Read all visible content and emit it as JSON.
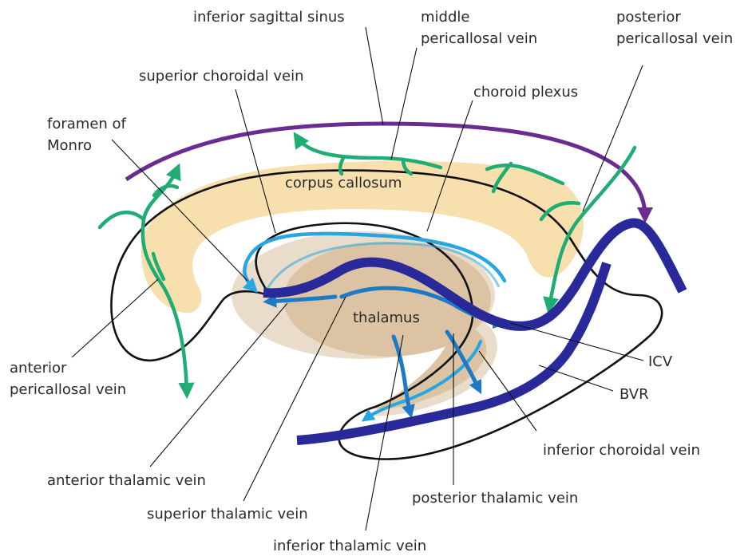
{
  "labels": {
    "inferior_sagittal_sinus": "inferior sagittal sinus",
    "middle_pericallosal_1": "middle",
    "middle_pericallosal_2": "pericallosal vein",
    "posterior_pericallosal_1": "posterior",
    "posterior_pericallosal_2": "pericallosal vein",
    "superior_choroidal_vein": "superior choroidal vein",
    "choroid_plexus": "choroid plexus",
    "foramen_1": "foramen of",
    "foramen_2": "Monro",
    "corpus_callosum": "corpus callosum",
    "thalamus": "thalamus",
    "anterior_pericallosal_1": "anterior",
    "anterior_pericallosal_2": "pericallosal vein",
    "icv": "ICV",
    "bvr": "BVR",
    "inferior_choroidal_vein": "inferior choroidal vein",
    "anterior_thalamic_vein": "anterior thalamic vein",
    "posterior_thalamic_vein": "posterior thalamic vein",
    "superior_thalamic_vein": "superior thalamic vein",
    "inferior_thalamic_vein": "inferior thalamic vein"
  },
  "colors": {
    "corpus_callosum_fill": "#f8dfae",
    "thalamus_fill": "#dcc3a3",
    "thalamus_halo": "#e9dccb",
    "sinus_purple": "#6b2c91",
    "pericallosal_green": "#1fad74",
    "choroidal_light_blue": "#27a6e0",
    "thalamic_blue": "#1d7bc6",
    "deep_vein_navy": "#29299a",
    "outline_black": "#111111"
  }
}
